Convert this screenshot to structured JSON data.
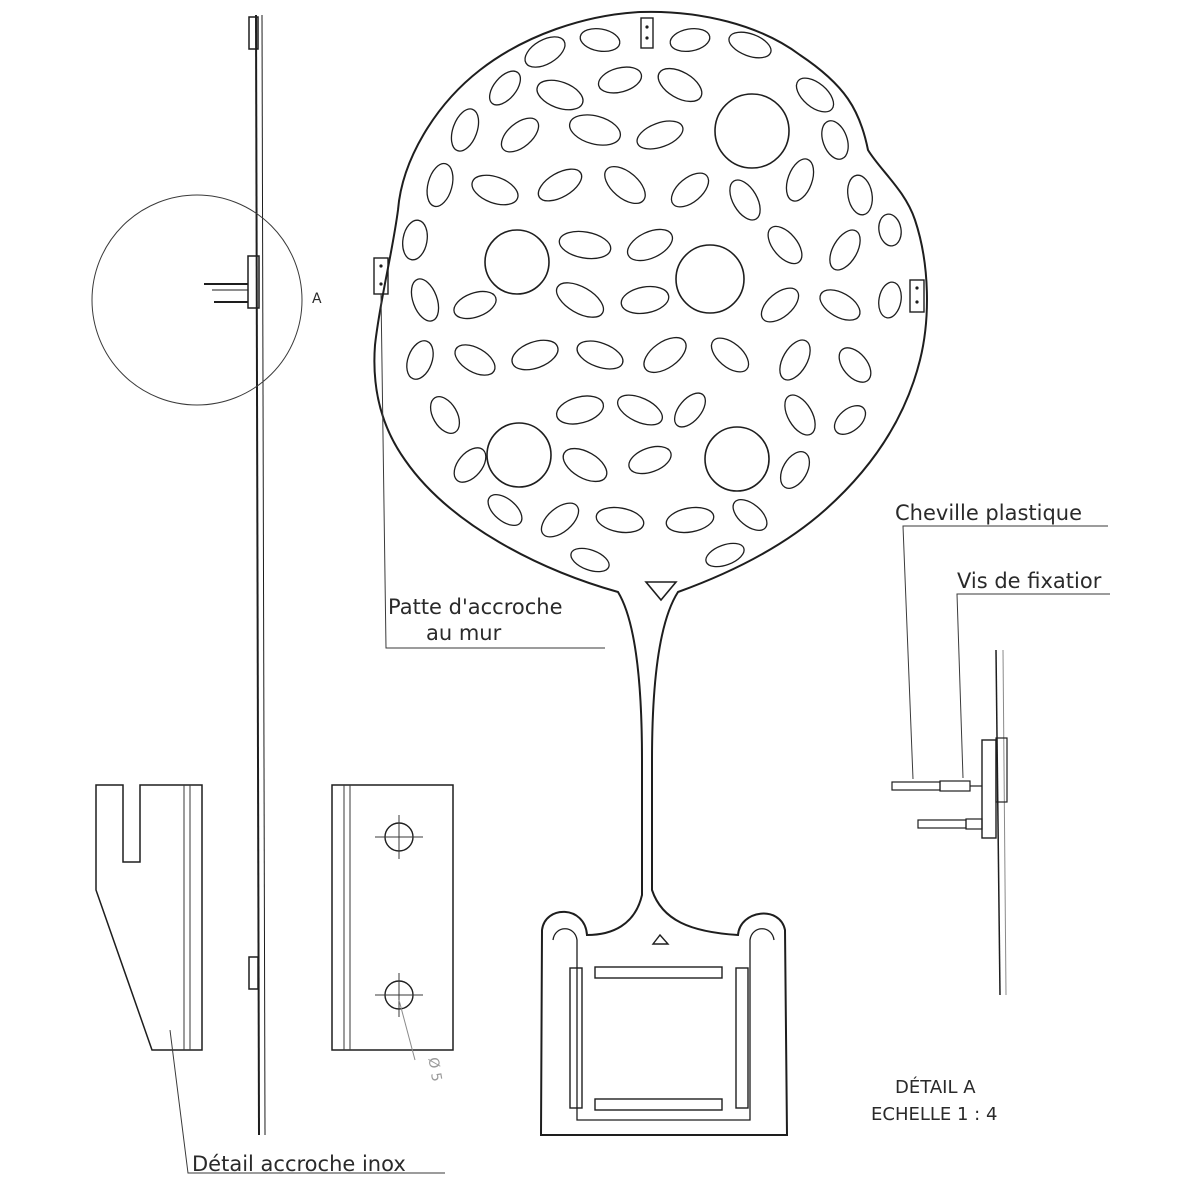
{
  "labels": {
    "detail_marker": "A",
    "patte_line1": "Patte d'accroche",
    "patte_line2": "au mur",
    "cheville": "Cheville plastique",
    "vis": "Vis de fixatior",
    "detail_title": "DÉTAIL A",
    "echelle": "ECHELLE 1 : 4",
    "accroche": "Détail accroche inox",
    "diameter": "Ø 5"
  },
  "style": {
    "line_color": "#1e1e1e",
    "background": "#ffffff"
  }
}
